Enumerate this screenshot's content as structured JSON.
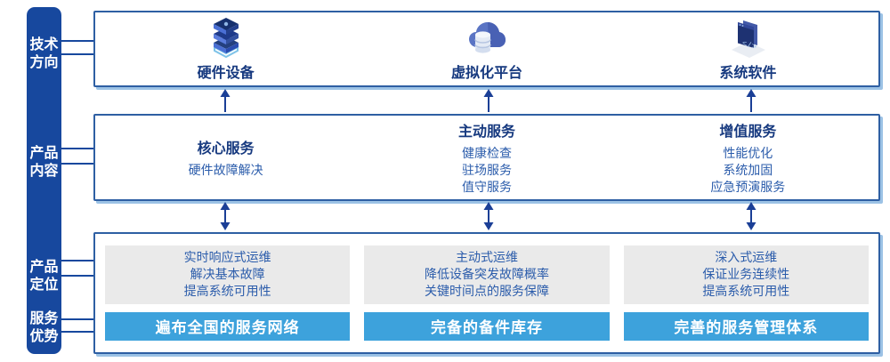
{
  "colors": {
    "sidebar_bg": "#17489E",
    "box_border": "#2E5FA3",
    "box_shadow": "#9CC2E5",
    "heading_text": "#16397F",
    "body_text": "#2B5CAB",
    "panel_bg": "#EAEAEA",
    "banner_bg": "#3DA2DC",
    "banner_text": "#FFFFFF",
    "arrow": "#1B3F96"
  },
  "sidebar": {
    "sections": [
      {
        "line1": "技术",
        "line2": "方向"
      },
      {
        "line1": "产品",
        "line2": "内容"
      },
      {
        "line1": "产品",
        "line2": "定位"
      },
      {
        "line1": "服务",
        "line2": "优势"
      }
    ]
  },
  "tech_row": {
    "items": [
      {
        "icon": "server-stack-icon",
        "label": "硬件设备"
      },
      {
        "icon": "cloud-database-icon",
        "label": "虚拟化平台"
      },
      {
        "icon": "code-window-icon",
        "label": "系统软件"
      }
    ]
  },
  "content_row": {
    "columns": [
      {
        "title": "核心服务",
        "item1": "硬件故障解决",
        "item2": "",
        "item3": ""
      },
      {
        "title": "主动服务",
        "item1": "健康检查",
        "item2": "驻场服务",
        "item3": "值守服务"
      },
      {
        "title": "增值服务",
        "item1": "性能优化",
        "item2": "系统加固",
        "item3": "应急预演服务"
      }
    ]
  },
  "positioning_row": {
    "columns": [
      {
        "desc1": "实时响应式运维",
        "desc2": "解决基本故障",
        "desc3": "提高系统可用性",
        "banner": "遍布全国的服务网络"
      },
      {
        "desc1": "主动式运维",
        "desc2": "降低设备突发故障概率",
        "desc3": "关键时间点的服务保障",
        "banner": "完备的备件库存"
      },
      {
        "desc1": "深入式运维",
        "desc2": "保证业务连续性",
        "desc3": "提高系统可用性",
        "banner": "完善的服务管理体系"
      }
    ]
  }
}
